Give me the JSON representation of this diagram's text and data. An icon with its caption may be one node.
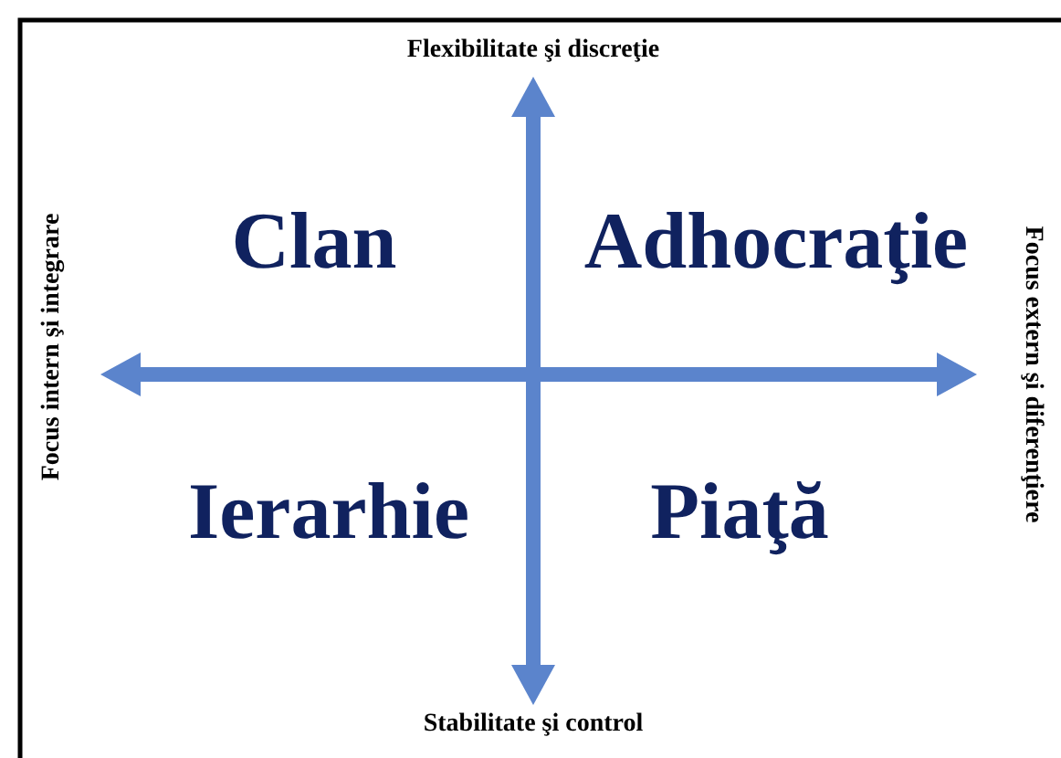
{
  "diagram": {
    "labels": [
      "Flexibilitate şi discreţie",
      "Focus intern şi integrare",
      "Clan",
      "Adhocraţie",
      "Focus extern şi diferenţiere",
      "Ierarhie",
      "Piaţă",
      "Stabilitate şi control"
    ]
  }
}
